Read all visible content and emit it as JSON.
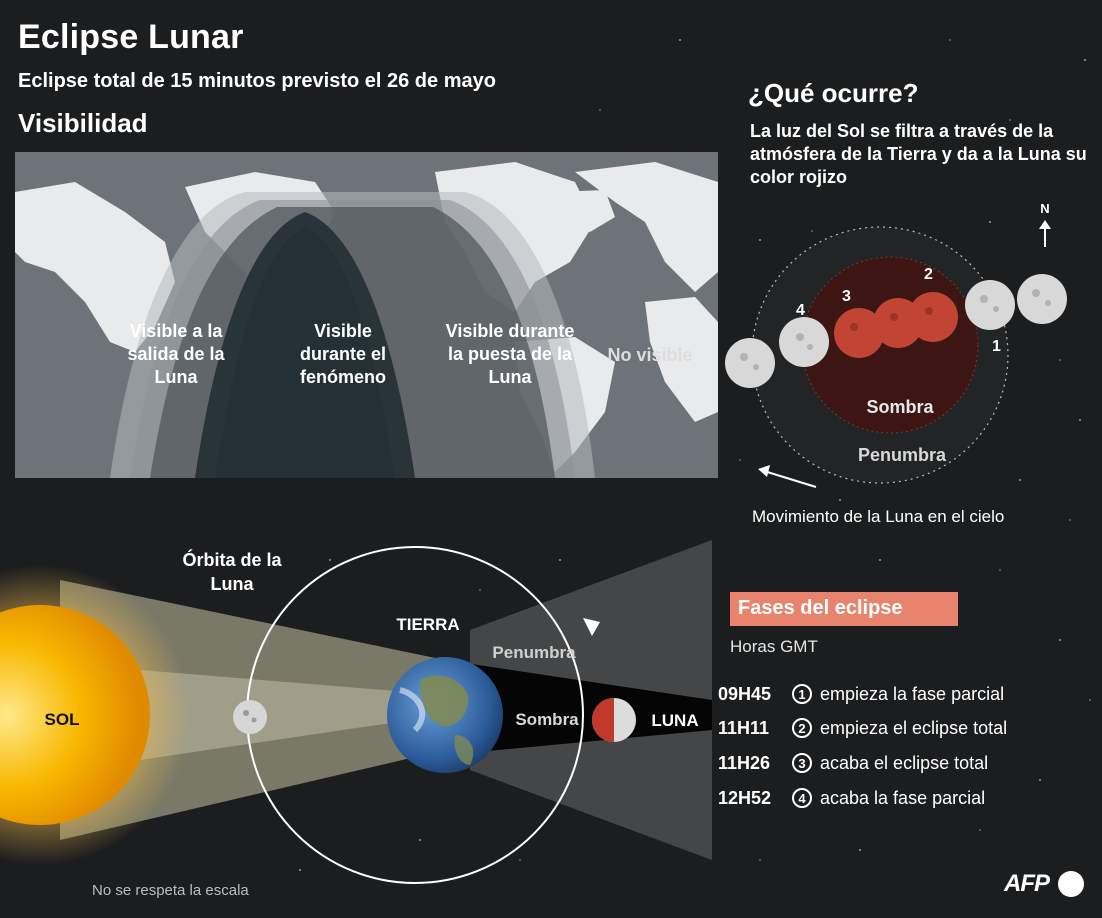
{
  "header": {
    "title": "Eclipse Lunar",
    "subtitle": "Eclipse total de 15 minutos previsto el 26 de mayo",
    "visibility_heading": "Visibilidad"
  },
  "map": {
    "zones": [
      {
        "label": "Visible a la salida de la Luna"
      },
      {
        "label": "Visible durante el fenómeno"
      },
      {
        "label": "Visible durante la puesta de la Luna"
      },
      {
        "label": "No visible"
      }
    ]
  },
  "explanation": {
    "heading": "¿Qué ocurre?",
    "text": "La luz del Sol se filtra a través de la atmósfera de la Tierra y da a la Luna su color rojizo"
  },
  "phase_diagram": {
    "north_label": "N",
    "umbra_label": "Sombra",
    "penumbra_label": "Penumbra",
    "moon_numbers": [
      "1",
      "2",
      "3",
      "4"
    ],
    "movement_label": "Movimiento de la Luna en el cielo"
  },
  "orbit_diagram": {
    "sun_label": "SOL",
    "earth_label": "TIERRA",
    "moon_label": "LUNA",
    "orbit_label": "Órbita de la Luna",
    "penumbra_label": "Penumbra",
    "umbra_label": "Sombra",
    "scale_note": "No se respeta la escala"
  },
  "phases": {
    "heading": "Fases del eclipse",
    "hours_label": "Horas GMT",
    "items": [
      {
        "time": "09H45",
        "num": "1",
        "desc": "empieza la fase parcial"
      },
      {
        "time": "11H11",
        "num": "2",
        "desc": "empieza el eclipse total"
      },
      {
        "time": "11H26",
        "num": "3",
        "desc": "acaba el eclipse total"
      },
      {
        "time": "12H52",
        "num": "4",
        "desc": "acaba la fase parcial"
      }
    ]
  },
  "credit": {
    "text": "AFP"
  },
  "colors": {
    "background": "#1c1d1f",
    "accent": "#e8846e",
    "eclipsed_moon": "#c0392b",
    "umbra": "#3d1512",
    "sun": "#f6a700"
  }
}
